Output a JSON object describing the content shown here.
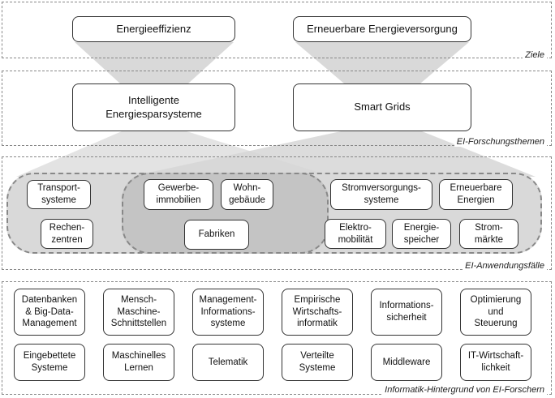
{
  "sections": {
    "goals": {
      "label": "Ziele",
      "items": [
        "Energieeffizienz",
        "Erneuerbare Energieversorgung"
      ]
    },
    "topics": {
      "label": "EI-Forschungsthemen",
      "items": [
        "Intelligente\nEnergiesparsysteme",
        "Smart Grids"
      ]
    },
    "applications": {
      "label": "EI-Anwendungsfälle",
      "items": [
        "Transport-\nsysteme",
        "Rechen-\nzentren",
        "Gewerbe-\nimmobilien",
        "Wohn-\ngebäude",
        "Fabriken",
        "Stromversorgungs-\nsysteme",
        "Erneuerbare\nEnergien",
        "Elektro-\nmobilität",
        "Energie-\nspeicher",
        "Strom-\nmärkte"
      ]
    },
    "background": {
      "label": "Informatik-Hintergrund von EI-Forschern",
      "items": [
        "Datenbanken\n& Big-Data-\nManagement",
        "Mensch-\nMaschine-\nSchnittstellen",
        "Management-\nInformations-\nsysteme",
        "Empirische\nWirtschafts-\ninformatik",
        "Informations-\nsicherheit",
        "Optimierung\nund\nSteuerung",
        "Eingebettete\nSysteme",
        "Maschinelles\nLernen",
        "Telematik",
        "Verteilte\nSysteme",
        "Middleware",
        "IT-Wirtschaft-\nlichkeit"
      ]
    }
  }
}
